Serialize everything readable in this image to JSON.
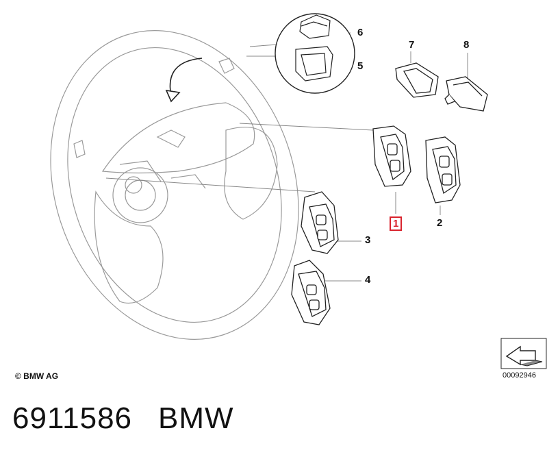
{
  "callouts": [
    {
      "id": "1",
      "label": "1",
      "highlighted": true
    },
    {
      "id": "2",
      "label": "2",
      "highlighted": false
    },
    {
      "id": "3",
      "label": "3",
      "highlighted": false
    },
    {
      "id": "4",
      "label": "4",
      "highlighted": false
    },
    {
      "id": "5",
      "label": "5",
      "highlighted": false
    },
    {
      "id": "6",
      "label": "6",
      "highlighted": false
    },
    {
      "id": "7",
      "label": "7",
      "highlighted": false
    },
    {
      "id": "8",
      "label": "8",
      "highlighted": false
    }
  ],
  "footer": {
    "copyright": "© BMW AG",
    "reference": "00092946"
  },
  "caption": {
    "part_number": "6911586",
    "brand": "BMW"
  },
  "colors": {
    "highlight": "#d9232d",
    "line_art": "#9a9a9a",
    "part_art": "#222222"
  },
  "icons": [
    "rotate-arrow-icon",
    "direction-arrow-icon",
    "copyright-icon"
  ]
}
